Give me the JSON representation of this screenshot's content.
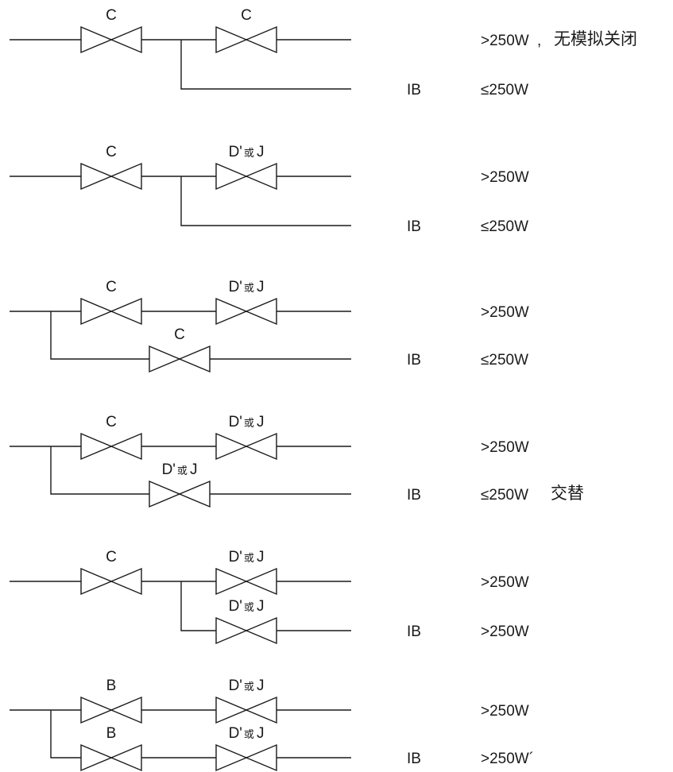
{
  "diagram": {
    "rows": [
      {
        "top": {
          "valves": [
            "C",
            "C"
          ],
          "power": ">250W",
          "note": "无模拟关闭",
          "separator": ","
        },
        "bottom": {
          "branch_from": "between",
          "valves": [],
          "tag": "IB",
          "power": "≤250W",
          "note": ""
        }
      },
      {
        "top": {
          "valves": [
            "C",
            "D'或J"
          ],
          "power": ">250W",
          "note": ""
        },
        "bottom": {
          "branch_from": "between",
          "valves": [],
          "tag": "IB",
          "power": "≤250W",
          "note": ""
        }
      },
      {
        "top": {
          "valves": [
            "C",
            "D'或J"
          ],
          "power": ">250W",
          "note": ""
        },
        "bottom": {
          "branch_from": "start",
          "valves": [
            "C"
          ],
          "tag": "IB",
          "power": "≤250W",
          "note": ""
        }
      },
      {
        "top": {
          "valves": [
            "C",
            "D'或J"
          ],
          "power": ">250W",
          "note": ""
        },
        "bottom": {
          "branch_from": "start",
          "valves": [
            "D'或J"
          ],
          "tag": "IB",
          "power": "≤250W",
          "note": "交替"
        }
      },
      {
        "top": {
          "valves": [
            "C",
            "D'或J"
          ],
          "power": ">250W",
          "note": ""
        },
        "bottom": {
          "branch_from": "between",
          "valves": [
            "D'或J"
          ],
          "tag": "IB",
          "power": ">250W",
          "note": ""
        }
      },
      {
        "top": {
          "valves": [
            "B",
            "D'或J"
          ],
          "power": ">250W",
          "note": ""
        },
        "bottom": {
          "branch_from": "start",
          "valves": [
            "B",
            "D'或J"
          ],
          "tag": "IB",
          "power": ">250W´",
          "note": ""
        }
      }
    ]
  }
}
